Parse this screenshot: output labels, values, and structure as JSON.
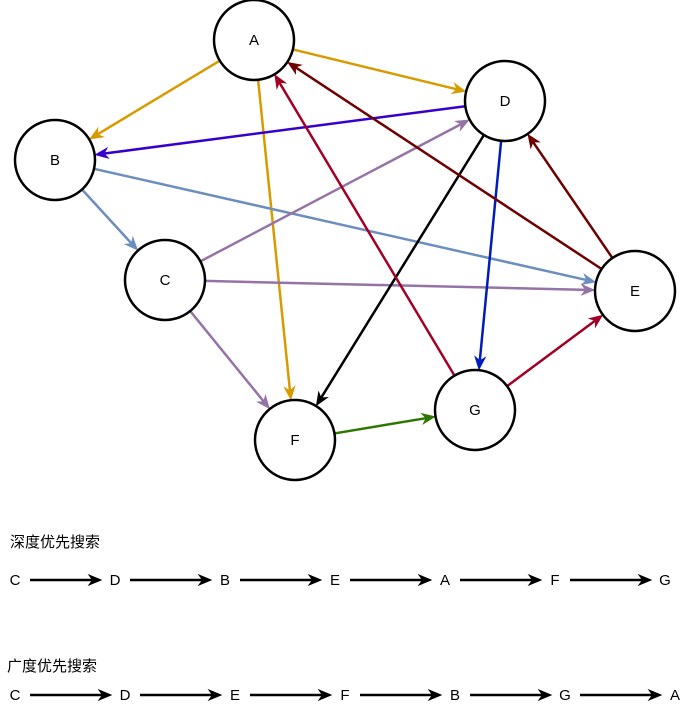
{
  "nodes": [
    {
      "id": "A",
      "label": "A"
    },
    {
      "id": "B",
      "label": "B"
    },
    {
      "id": "C",
      "label": "C"
    },
    {
      "id": "D",
      "label": "D"
    },
    {
      "id": "E",
      "label": "E"
    },
    {
      "id": "F",
      "label": "F"
    },
    {
      "id": "G",
      "label": "G"
    }
  ],
  "edges": [
    {
      "from": "A",
      "to": "B",
      "color": "#d79b00"
    },
    {
      "from": "A",
      "to": "D",
      "color": "#d79b00"
    },
    {
      "from": "A",
      "to": "F",
      "color": "#d79b00"
    },
    {
      "from": "D",
      "to": "B",
      "color": "#3700cc"
    },
    {
      "from": "B",
      "to": "C",
      "color": "#6c8ebf"
    },
    {
      "from": "B",
      "to": "E",
      "color": "#6c8ebf"
    },
    {
      "from": "C",
      "to": "D",
      "color": "#9673a6"
    },
    {
      "from": "C",
      "to": "E",
      "color": "#9673a6"
    },
    {
      "from": "C",
      "to": "F",
      "color": "#9673a6"
    },
    {
      "from": "D",
      "to": "F",
      "color": "#000000"
    },
    {
      "from": "D",
      "to": "G",
      "color": "#001dbc"
    },
    {
      "from": "E",
      "to": "A",
      "color": "#6f0000"
    },
    {
      "from": "E",
      "to": "D",
      "color": "#6f0000"
    },
    {
      "from": "G",
      "to": "A",
      "color": "#a20025"
    },
    {
      "from": "G",
      "to": "E",
      "color": "#a20025"
    },
    {
      "from": "F",
      "to": "G",
      "color": "#2d7600"
    }
  ],
  "dfs": {
    "title": "深度优先搜索",
    "order": [
      "C",
      "D",
      "B",
      "E",
      "A",
      "F",
      "G"
    ]
  },
  "bfs": {
    "title": "广度优先搜索",
    "order": [
      "C",
      "D",
      "E",
      "F",
      "B",
      "G",
      "A"
    ]
  }
}
